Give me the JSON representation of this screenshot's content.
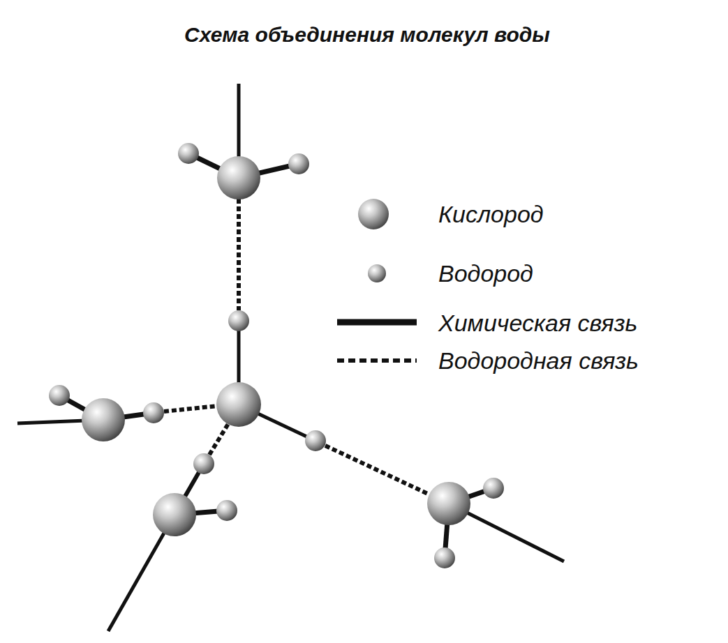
{
  "diagram": {
    "title": "Схема объединения молекул воды",
    "legend": [
      {
        "text": "Кислород"
      },
      {
        "text": "Водород"
      },
      {
        "text": "Химическая связь"
      },
      {
        "text": "Водородная связь"
      }
    ]
  }
}
